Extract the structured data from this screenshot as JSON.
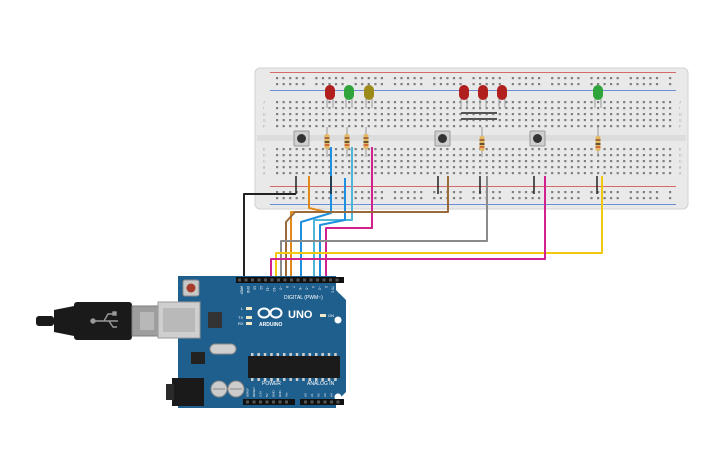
{
  "canvas": {
    "background": "#ffffff"
  },
  "breadboard": {
    "body_color": "#e9e9e9",
    "hole_color": "#7f7f7f",
    "rail_red": "#d66a6a",
    "rail_blue": "#6a8fd6",
    "row_letters_top": [
      "J",
      "I",
      "H",
      "G",
      "F"
    ],
    "row_letters_bottom": [
      "E",
      "D",
      "C",
      "B",
      "A"
    ]
  },
  "leds": [
    {
      "name": "led-red-1",
      "color": "#b01e1e"
    },
    {
      "name": "led-green-1",
      "color": "#2ea43a"
    },
    {
      "name": "led-yellow-1",
      "color": "#9c8a1a"
    },
    {
      "name": "led-red-2",
      "color": "#b01e1e"
    },
    {
      "name": "led-red-3",
      "color": "#b01e1e"
    },
    {
      "name": "led-red-4",
      "color": "#b01e1e"
    },
    {
      "name": "led-green-2",
      "color": "#2ea43a"
    }
  ],
  "buttons": [
    "pushbutton-1",
    "pushbutton-2",
    "pushbutton-3"
  ],
  "resistors": [
    "resistor-1",
    "resistor-2",
    "resistor-3",
    "resistor-4",
    "resistor-5"
  ],
  "wires": {
    "black": "#222222",
    "orange": "#e08a1a",
    "blue": "#1f8fe0",
    "cyan": "#4fb6d8",
    "magenta": "#d0218f",
    "brown": "#9a6a3a",
    "gray": "#8a8a8a",
    "yellow": "#f2c811"
  },
  "arduino": {
    "board_color": "#1f5f8e",
    "brand": "ARDUINO",
    "model": "UNO",
    "digital_label": "DIGITAL (PWM~)",
    "power_label": "POWER",
    "analog_label": "ANALOG IN",
    "tx_label": "TX",
    "rx_label": "RX",
    "l_label": "L",
    "on_label": "ON",
    "pin_labels_digital": [
      "AREF",
      "GND",
      "13",
      "12",
      "~11",
      "~10",
      "~9",
      "8",
      "7",
      "~6",
      "~5",
      "4",
      "~3",
      "2",
      "TX 1",
      "RX 0"
    ],
    "pin_labels_power": [
      "IOREF",
      "RESET",
      "3.3V",
      "5V",
      "GND",
      "GND",
      "Vin"
    ],
    "pin_labels_analog": [
      "A0",
      "A1",
      "A2",
      "A3",
      "A4",
      "A5"
    ]
  },
  "usb_cable": {
    "color": "#1a1a1a",
    "plug_color": "#9e9e9e"
  }
}
